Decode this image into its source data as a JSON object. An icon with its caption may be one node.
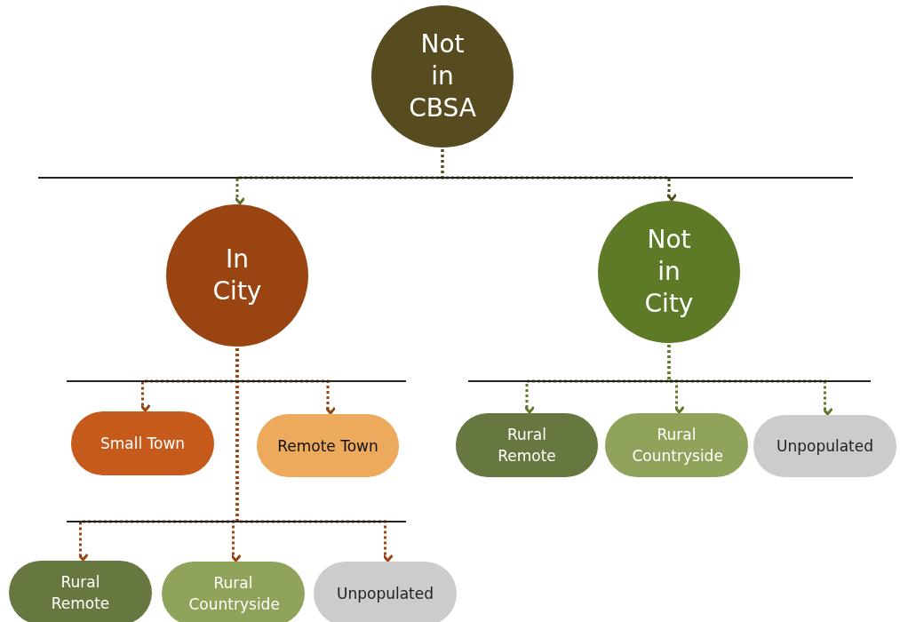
{
  "diagram": {
    "nodes": [
      {
        "text": [
          "Not in CBSA"
        ]
      },
      {
        "text": [
          "In City"
        ]
      },
      {
        "text": [
          "Not in City"
        ]
      },
      {
        "text": [
          "Small Town"
        ]
      },
      {
        "text": [
          "Remote Town"
        ]
      },
      {
        "text": [
          "Rural Remote"
        ]
      },
      {
        "text": [
          "Rural Countryside"
        ]
      },
      {
        "text": [
          "Unpopulated"
        ]
      },
      {
        "text": [
          "Rural Remote"
        ]
      },
      {
        "text": [
          "Rural Countryside"
        ]
      },
      {
        "text": [
          "Unpopulated"
        ]
      }
    ],
    "edges": [
      {
        "from": 0,
        "to": 1,
        "arrow": "to",
        "color": "#5b6e23"
      },
      {
        "from": 0,
        "to": 2,
        "arrow": "to",
        "color": "#574c1f"
      },
      {
        "from": 1,
        "to": 3,
        "arrow": "to",
        "color": "#9a4412"
      },
      {
        "from": 1,
        "to": 4,
        "arrow": "to",
        "color": "#9a4412"
      },
      {
        "from": 1,
        "to": 8,
        "arrow": "to",
        "color": "#9a4412"
      },
      {
        "from": 1,
        "to": 9,
        "arrow": "to",
        "color": "#9a4412"
      },
      {
        "from": 1,
        "to": 10,
        "arrow": "to",
        "color": "#9a4412"
      },
      {
        "from": 2,
        "to": 5,
        "arrow": "to",
        "color": "#5e7a26"
      },
      {
        "from": 2,
        "to": 6,
        "arrow": "to",
        "color": "#5e7a26"
      },
      {
        "from": 2,
        "to": 7,
        "arrow": "to",
        "color": "#5e7a26"
      }
    ]
  }
}
